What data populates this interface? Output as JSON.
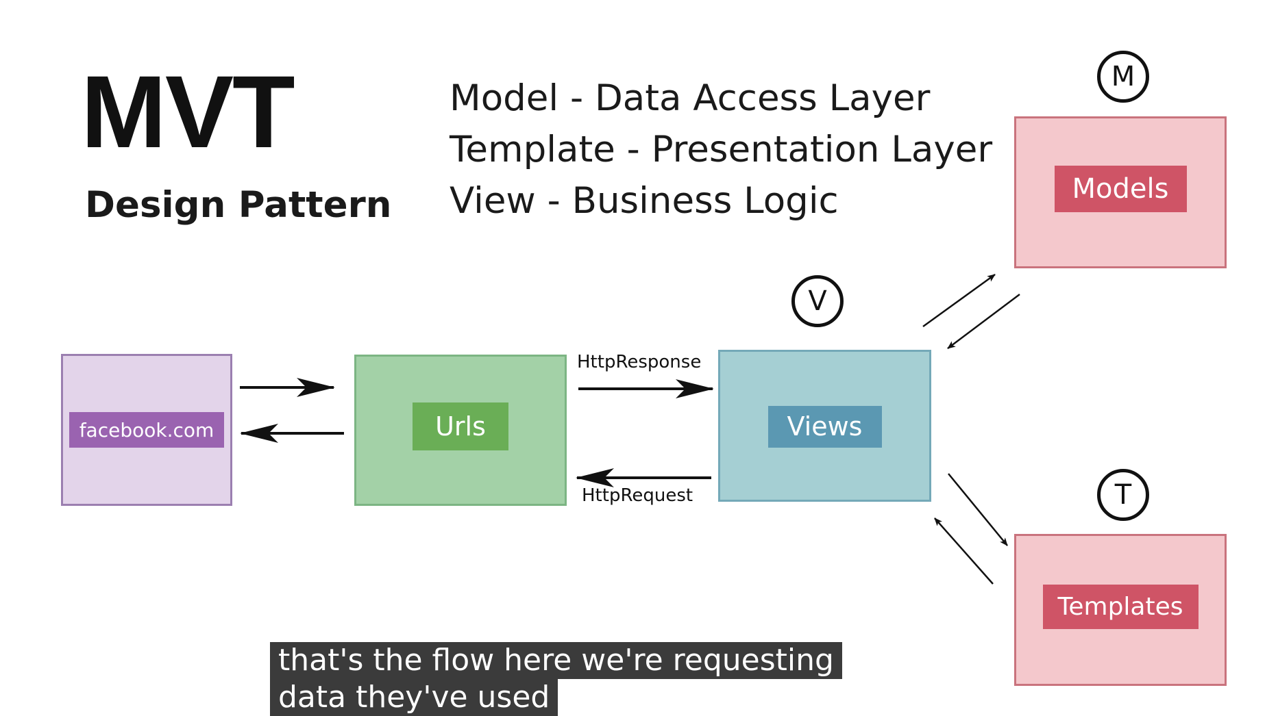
{
  "title": "MVT",
  "subtitle": "Design Pattern",
  "definitions": [
    "Model - Data Access Layer",
    "Template - Presentation Layer",
    "View - Business Logic"
  ],
  "nodes": {
    "client": {
      "label": "facebook.com",
      "fill": "#e3d4ea",
      "border": "#9b7fb0",
      "label_bg": "#9a63b0"
    },
    "urls": {
      "label": "Urls",
      "fill": "#a3d1a7",
      "border": "#7cb583",
      "label_bg": "#6aae56"
    },
    "views": {
      "label": "Views",
      "fill": "#a5cfd3",
      "border": "#74a9b8",
      "label_bg": "#5b98b2"
    },
    "models": {
      "label": "Models",
      "fill": "#f4c8cc",
      "border": "#c9737d",
      "label_bg": "#cf5466"
    },
    "templates": {
      "label": "Templates",
      "fill": "#f4c8cc",
      "border": "#c9737d",
      "label_bg": "#cf5466"
    }
  },
  "badges": {
    "model": "M",
    "view": "V",
    "template": "T"
  },
  "edge_labels": {
    "response": "HttpResponse",
    "request": "HttpRequest"
  },
  "captions": [
    "that's the flow here we're requesting",
    "data they've used"
  ]
}
